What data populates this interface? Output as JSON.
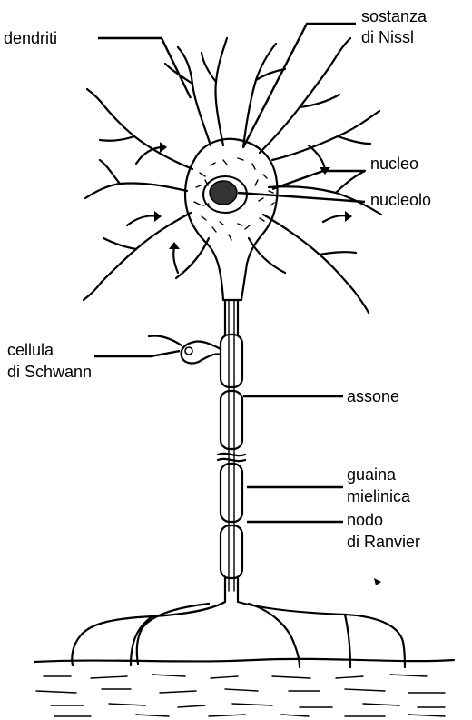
{
  "labels": {
    "dendriti": "dendriti",
    "sostanza_line1": "sostanza",
    "sostanza_line2": "di Nissl",
    "nucleo": "nucleo",
    "nucleolo": "nucleolo",
    "cellula_line1": "cellula",
    "cellula_line2": "di Schwann",
    "assone": "assone",
    "guaina_line1": "guaina",
    "guaina_line2": "mielinica",
    "nodo_line1": "nodo",
    "nodo_line2": "di Ranvier"
  }
}
